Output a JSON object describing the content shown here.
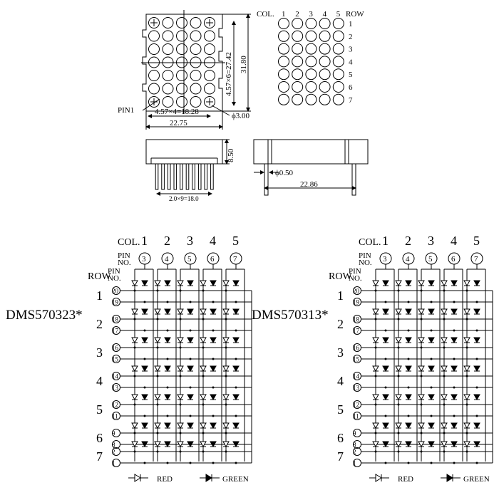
{
  "top": {
    "pin1_label": "PIN1",
    "dim_pitch_h": "4.57×4=18.28",
    "dim_width": "22.75",
    "dim_pitch_v": "4.57×6=27.42",
    "dim_height": "31.80",
    "dim_dot": "ϕ3.00",
    "dim_side_h": "8.50",
    "dim_pins": "2.0×9=18.0",
    "dim_pin_d": "ϕ0.50",
    "dim_side_w": "22.86",
    "col_label": "COL.",
    "row_label": "ROW",
    "cols": [
      "1",
      "2",
      "3",
      "4",
      "5"
    ],
    "rows": [
      "1",
      "2",
      "3",
      "4",
      "5",
      "6",
      "7"
    ]
  },
  "left_schematic": {
    "device": "DMS570323*",
    "col_label": "COL.",
    "pin_no_label": "PIN NO.",
    "row_label": "ROW",
    "row_pin_label": "PIN NO.",
    "cols": [
      "1",
      "2",
      "3",
      "4",
      "5"
    ],
    "col_pins": [
      "3",
      "4",
      "5",
      "6",
      "7"
    ],
    "rows": [
      "1",
      "2",
      "3",
      "4",
      "5",
      "6",
      "7"
    ],
    "row_pins": [
      [
        "20",
        "19"
      ],
      [
        "18",
        "17"
      ],
      [
        "16",
        "15"
      ],
      [
        "14",
        "13"
      ],
      [
        "12",
        "11"
      ],
      [
        "9",
        "8"
      ],
      [
        "2",
        "1"
      ]
    ]
  },
  "right_schematic": {
    "device": "DMS570313*",
    "col_label": "COL.",
    "pin_no_label": "PIN NO.",
    "row_label": "ROW",
    "row_pin_label": "PIN NO.",
    "cols": [
      "1",
      "2",
      "3",
      "4",
      "5"
    ],
    "col_pins": [
      "3",
      "4",
      "5",
      "6",
      "7"
    ],
    "rows": [
      "1",
      "2",
      "3",
      "4",
      "5",
      "6",
      "7"
    ],
    "row_pins": [
      [
        "20",
        "19"
      ],
      [
        "18",
        "17"
      ],
      [
        "16",
        "15"
      ],
      [
        "14",
        "13"
      ],
      [
        "12",
        "11"
      ],
      [
        "9",
        "8"
      ],
      [
        "2",
        "1"
      ]
    ]
  },
  "legend": {
    "red": "RED",
    "green": "GREEN"
  }
}
